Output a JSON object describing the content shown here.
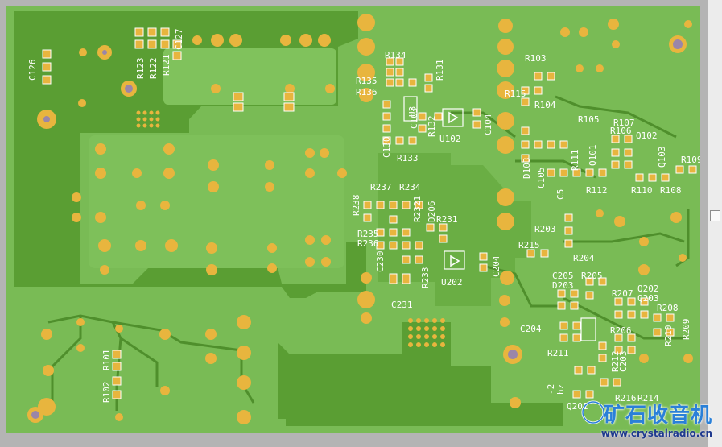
{
  "labels": [
    "C126",
    "R123",
    "R122",
    "R121",
    "C127",
    "R134",
    "R131",
    "R135",
    "R136",
    "U3",
    "R132",
    "C130",
    "C103",
    "R133",
    "U102",
    "C104",
    "R103",
    "R115",
    "R104",
    "R105",
    "R107",
    "R106",
    "Q102",
    "Q103",
    "Q101",
    "D103",
    "C105",
    "R111",
    "R112",
    "C5",
    "R110",
    "R108",
    "R109",
    "R238",
    "R237",
    "R234",
    "R2321",
    "D206",
    "R231",
    "R235",
    "R236",
    "C230",
    "R233",
    "U202",
    "C204",
    "C231",
    "R203",
    "R215",
    "R204",
    "C205",
    "R205",
    "D203",
    "R207",
    "Q202",
    "Q203",
    "R208",
    "C204",
    "R206",
    "R209",
    "R210",
    "R211",
    "R212",
    "C203",
    "R101",
    "R102",
    "Q201",
    "R216",
    "R214",
    "-2",
    "hz"
  ],
  "watermark": {
    "title": "矿石收音机",
    "url": "www.crystalradio.cn"
  },
  "colors": {
    "board": "#79bb55",
    "copper": "#5a9e33",
    "trace": "#4f8f2c",
    "pad": "#e8b53e",
    "silk": "#ffffff",
    "hole": "#9a86a8"
  }
}
